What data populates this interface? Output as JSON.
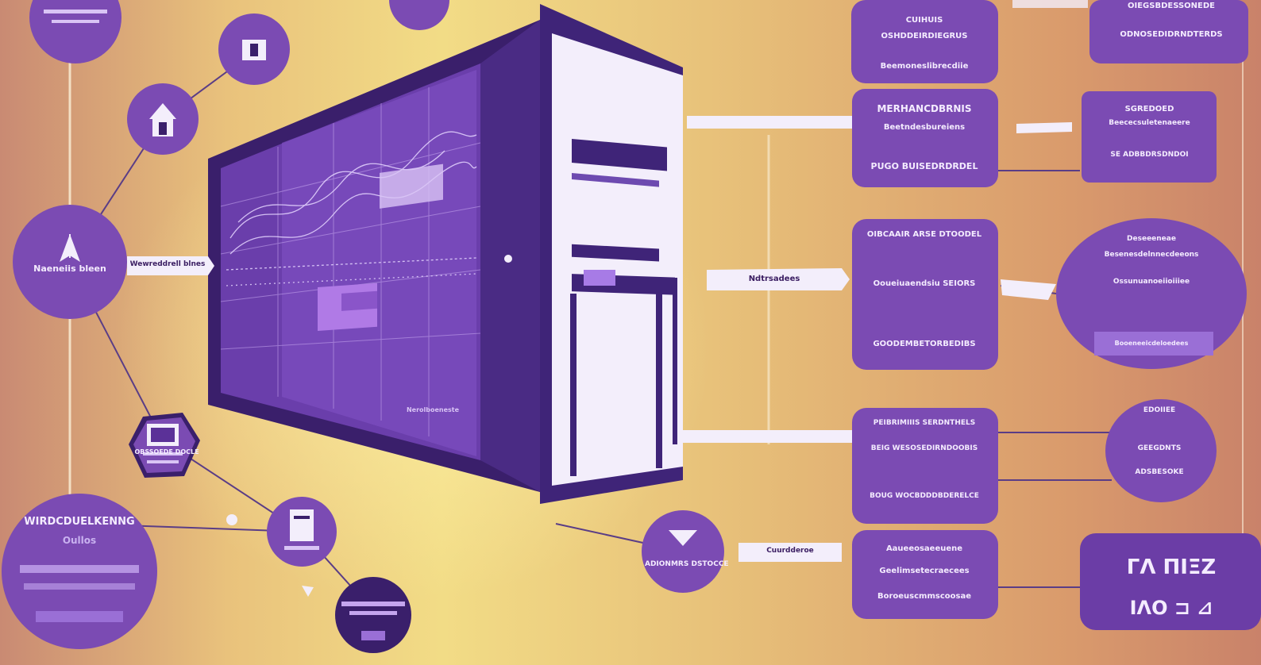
{
  "colors": {
    "panel": "#7b4bb3",
    "panel_dark": "#4a2b84",
    "screen": "#5b3198",
    "white": "#f3eefb",
    "line": "#5a3d86",
    "bg_warm": "#e9c27c"
  },
  "labels": {
    "nodeLeft": "Naeneiis bleen",
    "tagScreen": "Wewreddrell blnes",
    "tagCenter": "Ndtrsadees",
    "bottomLeftCircle": {
      "title": "WIRDCDUELKENNG",
      "sub": "Oullos"
    },
    "smallCircle": "OBSSOEDE DOCLE",
    "midCircle": "ADIONMRS DSTOCCE",
    "box1": {
      "l1": "CUIHUIS",
      "l2": "OSHDDEIRDIEGRUS",
      "l3": "Beemoneslibrecdiie"
    },
    "box2": {
      "l1": "MERHANCDBRNIS",
      "l2": "Beetndesbureiens",
      "l3": "PUGO BUISEDRDRDEL"
    },
    "box3": {
      "l1": "OIBCAAIR ARSE DTOODEL",
      "l2": "Ooueiuaendsiu SEIORS",
      "l3": "GOODEMBETORBEDIBS"
    },
    "box4": {
      "l1": "PEIBRIMIIIS SERDNTHELS",
      "l2": "BEIG WESOSEDIRNDOOBIS",
      "l3": "BOUG WOCBDDDBDERELCE"
    },
    "box5": {
      "l1": "Aaueeosaeeuene",
      "l2": "Geelimsetecraecees",
      "l3": "Boroeuscmmscoosae"
    },
    "rightTop": {
      "l1": "OIEGSBDESSONEDE",
      "l2": "ODNOSEDIDRNDTERDS"
    },
    "rightBox": {
      "l1": "SGREDOED",
      "l2": "Beececsuletenaeere",
      "l3": "SE ADBBDRSDNDOI"
    },
    "rightCircle": {
      "l1": "Deseeeneae",
      "l2": "Besenesdelnnecdeeons",
      "l3": "Ossunuanoeiioiiiee",
      "l4": "Booeneeicdeloedees"
    },
    "rightSmall": {
      "l1": "EDOIIEE",
      "l2": "GEEGDNTS",
      "l3": "ADSBESOKE"
    },
    "rightBottom": {
      "top": "ΓΛ ΠΙΞΖ",
      "bottom": "ΙΛΟ ⊐ ⊿"
    },
    "tagRight": "Cuurdderoe",
    "screenCaption": "Nerolboeneste"
  }
}
